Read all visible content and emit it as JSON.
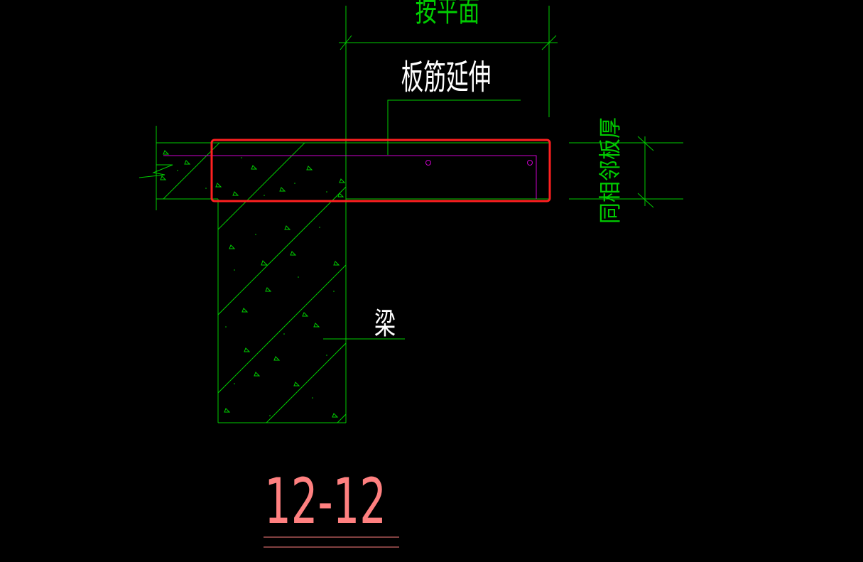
{
  "drawing": {
    "background": "#000000",
    "colors": {
      "outline": "#00cc00",
      "hatch": "#00cc00",
      "rebar": "#cc00cc",
      "leader": "#ffffff",
      "section_title": "#ff8080",
      "highlight": "#ff2020"
    },
    "labels": {
      "top_dimension": "按平面",
      "slab_rebar_extension": "板筋延伸",
      "slab_thickness_note": "同相邻板厚",
      "beam": "梁",
      "section_title": "12-12"
    }
  }
}
